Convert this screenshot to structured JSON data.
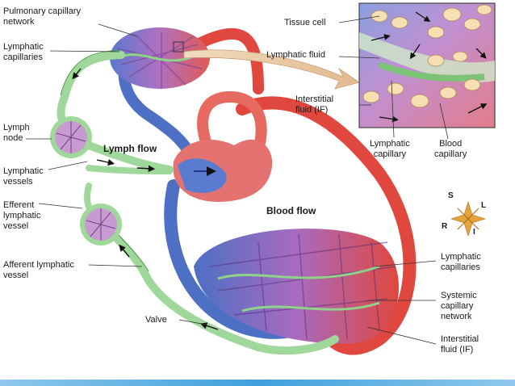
{
  "labels": {
    "pulmonary_capillary_network": "Pulmonary capillary\nnetwork",
    "lymphatic_capillaries_top": "Lymphatic\ncapillaries",
    "lymph_node": "Lymph\nnode",
    "lymphatic_vessels": "Lymphatic\nvessels",
    "efferent_lymphatic_vessel": "Efferent\nlymphatic\nvessel",
    "afferent_lymphatic_vessel": "Afferent lymphatic\nvessel",
    "valve": "Valve",
    "lymph_flow": "Lymph flow",
    "blood_flow": "Blood flow",
    "tissue_cell": "Tissue cell",
    "lymphatic_fluid": "Lymphatic fluid",
    "interstitial_fluid_inset": "Interstitial\nfluid (IF)",
    "lymphatic_capillary_inset": "Lymphatic\ncapillary",
    "blood_capillary_inset": "Blood\ncapillary",
    "lymphatic_capillaries_right": "Lymphatic\ncapillaries",
    "systemic_capillary_network": "Systemic\ncapillary\nnetwork",
    "interstitial_fluid_bottom": "Interstitial\nfluid (IF)"
  },
  "compass": {
    "s": "S",
    "l": "L",
    "r": "R",
    "i": "I"
  },
  "colors": {
    "lymph": "#9fd89a",
    "lymph_dark": "#4e9a4a",
    "artery": "#e0473e",
    "artery_light": "#f08a80",
    "vein": "#4d6fc4",
    "vein_light": "#8fa9e6",
    "capillary_mix": "#a86bc0",
    "node": "#c79ad0",
    "tissue_cell": "#f7dfb4",
    "compass": "#e6a23c"
  }
}
